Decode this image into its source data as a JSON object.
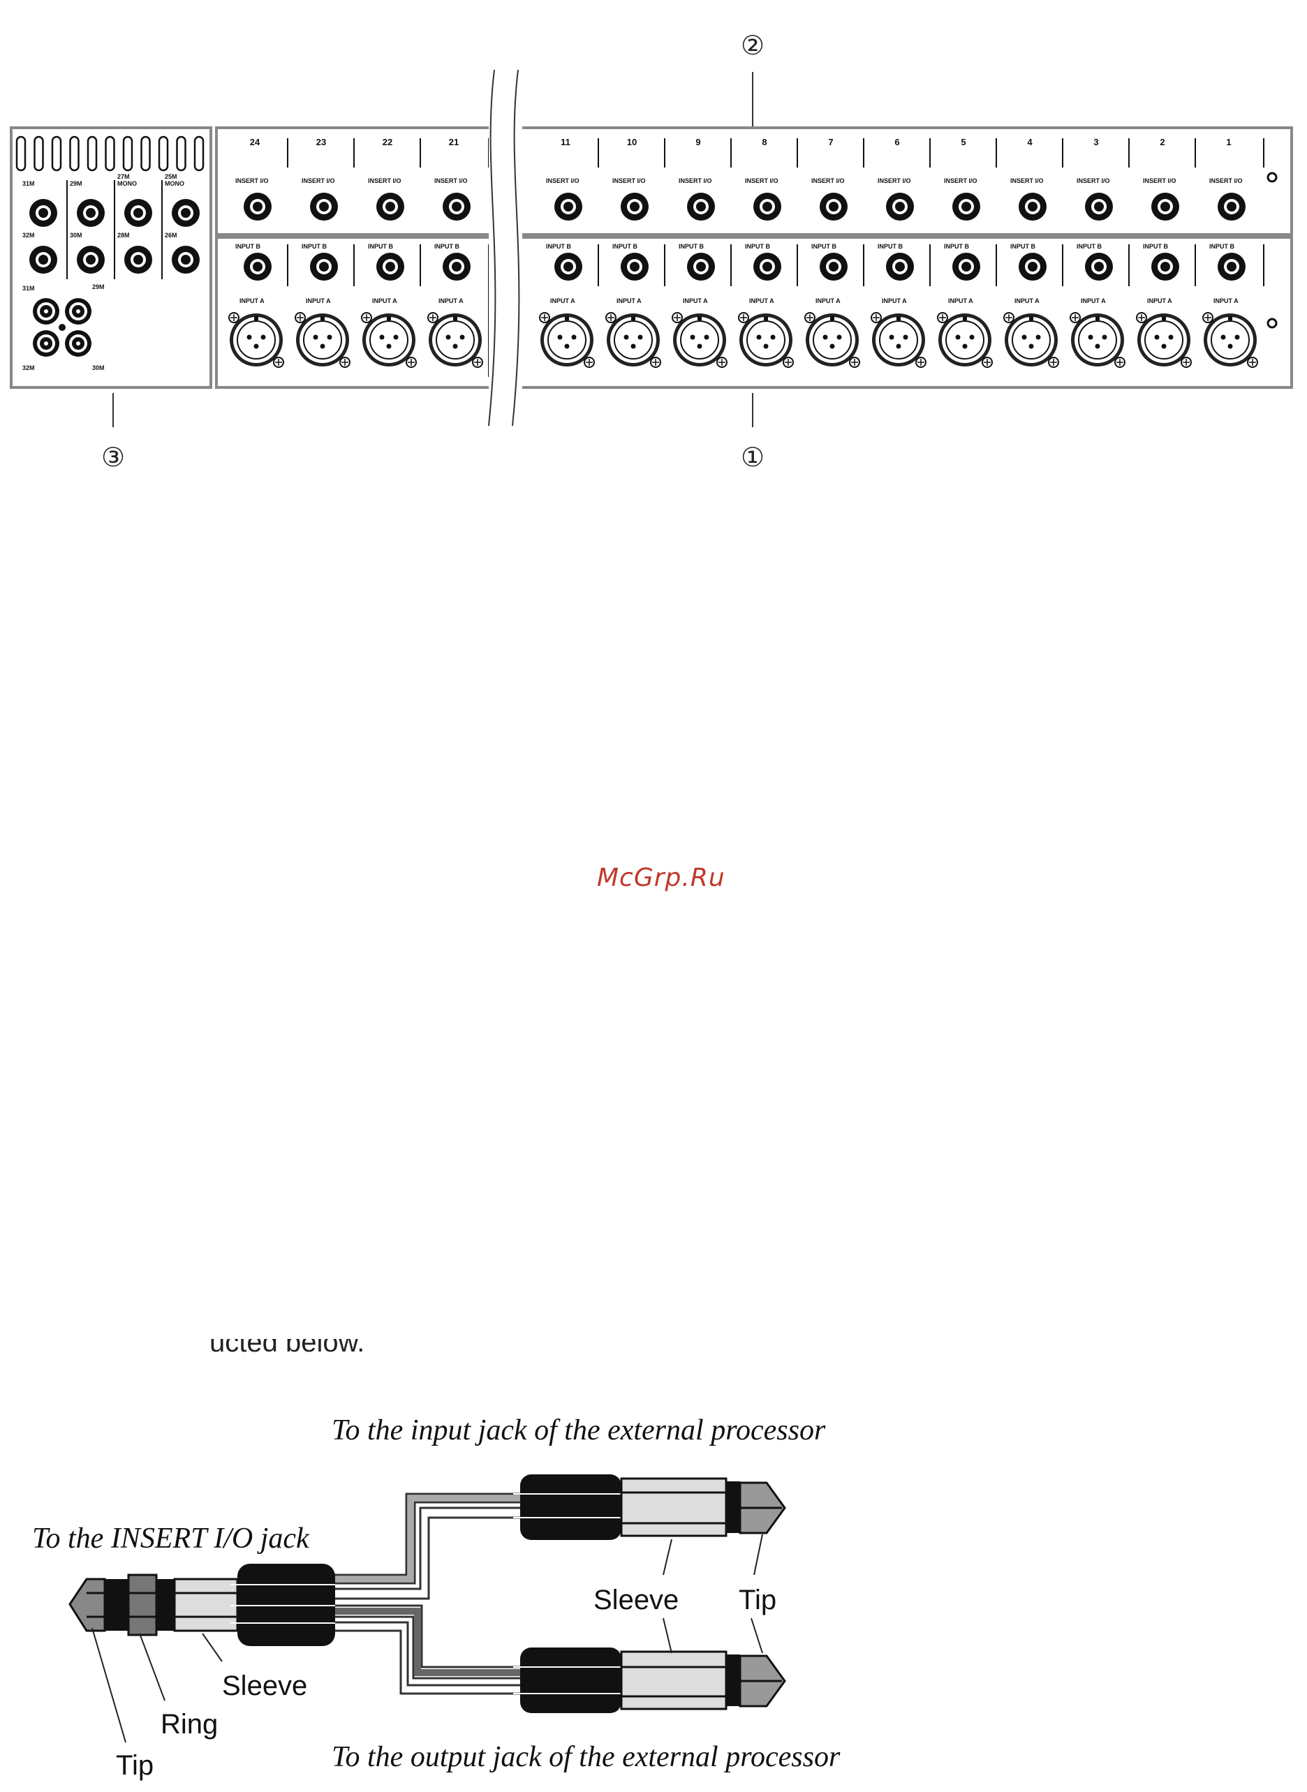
{
  "panel": {
    "callouts": {
      "top": "②",
      "bottom_right": "①",
      "bottom_left": "③"
    },
    "channels": [
      "24",
      "23",
      "22",
      "21",
      "11",
      "10",
      "9",
      "8",
      "7",
      "6",
      "5",
      "4",
      "3",
      "2",
      "1"
    ],
    "insert_label": "INSERT I/O",
    "input_b_label": "INPUT B",
    "input_a_label": "INPUT A",
    "left_block_labels": [
      "31M",
      "29M",
      "27M\nMONO",
      "25M\nMONO",
      "32M",
      "30M",
      "28M",
      "26M",
      "31M",
      "29M",
      "32M",
      "30M"
    ]
  },
  "watermark": "McGrp.Ru",
  "cutoff_text": "ucted below.",
  "cable": {
    "caption_input": "To the input jack of the external processor",
    "caption_output": "To the output jack of the external processor",
    "caption_insert": "To the INSERT I/O jack",
    "labels": {
      "sleeve_right": "Sleeve",
      "tip_right": "Tip",
      "sleeve_left": "Sleeve",
      "ring_left": "Ring",
      "tip_left": "Tip"
    }
  },
  "colors": {
    "watermark": "#c0392b",
    "line": "#333333",
    "plug_black": "#111111",
    "plug_grey": "#777777"
  }
}
